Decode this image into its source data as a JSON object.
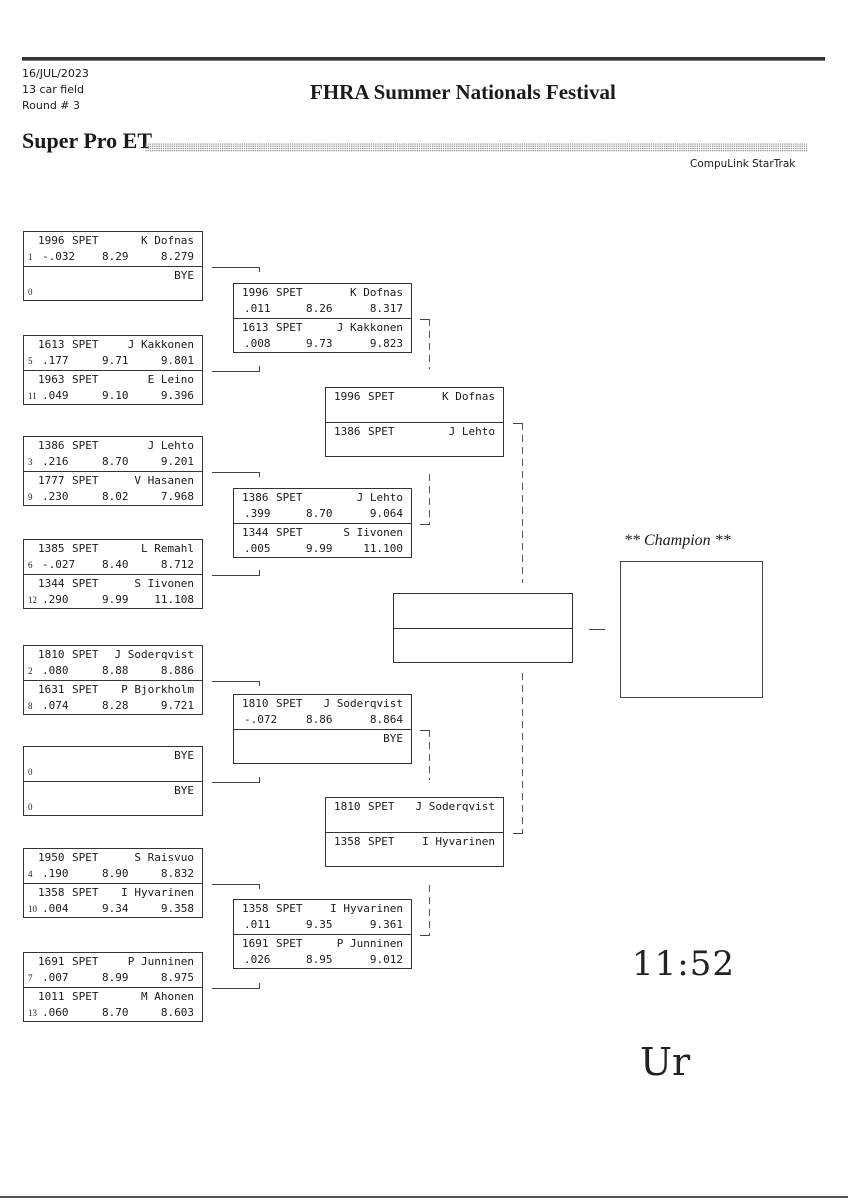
{
  "header": {
    "date": "16/JUL/2023",
    "field": "13 car field",
    "round": "Round # 3",
    "event_title": "FHRA Summer Nationals Festival",
    "class_title": "Super Pro ET",
    "software": "CompuLink StarTrak"
  },
  "round1": [
    {
      "top": {
        "car": "1996",
        "class": "SPET",
        "name": "K Dofnas",
        "seed": "1",
        "rt": "-.032",
        "dial": "8.29",
        "et": "8.279"
      },
      "bottom": {
        "car": "",
        "class": "",
        "name": "BYE",
        "seed": "0",
        "rt": "",
        "dial": "",
        "et": ""
      }
    },
    {
      "top": {
        "car": "1613",
        "class": "SPET",
        "name": "J Kakkonen",
        "seed": "5",
        "rt": ".177",
        "dial": "9.71",
        "et": "9.801"
      },
      "bottom": {
        "car": "1963",
        "class": "SPET",
        "name": "E Leino",
        "seed": "11",
        "rt": ".049",
        "dial": "9.10",
        "et": "9.396"
      }
    },
    {
      "top": {
        "car": "1386",
        "class": "SPET",
        "name": "J Lehto",
        "seed": "3",
        "rt": ".216",
        "dial": "8.70",
        "et": "9.201"
      },
      "bottom": {
        "car": "1777",
        "class": "SPET",
        "name": "V Hasanen",
        "seed": "9",
        "rt": ".230",
        "dial": "8.02",
        "et": "7.968"
      }
    },
    {
      "top": {
        "car": "1385",
        "class": "SPET",
        "name": "L Remahl",
        "seed": "6",
        "rt": "-.027",
        "dial": "8.40",
        "et": "8.712"
      },
      "bottom": {
        "car": "1344",
        "class": "SPET",
        "name": "S Iivonen",
        "seed": "12",
        "rt": ".290",
        "dial": "9.99",
        "et": "11.108"
      }
    },
    {
      "top": {
        "car": "1810",
        "class": "SPET",
        "name": "J Soderqvist",
        "seed": "2",
        "rt": ".080",
        "dial": "8.88",
        "et": "8.886"
      },
      "bottom": {
        "car": "1631",
        "class": "SPET",
        "name": "P Bjorkholm",
        "seed": "8",
        "rt": ".074",
        "dial": "8.28",
        "et": "9.721"
      }
    },
    {
      "top": {
        "car": "",
        "class": "",
        "name": "BYE",
        "seed": "0",
        "rt": "",
        "dial": "",
        "et": ""
      },
      "bottom": {
        "car": "",
        "class": "",
        "name": "BYE",
        "seed": "0",
        "rt": "",
        "dial": "",
        "et": ""
      }
    },
    {
      "top": {
        "car": "1950",
        "class": "SPET",
        "name": "S Raisvuo",
        "seed": "4",
        "rt": ".190",
        "dial": "8.90",
        "et": "8.832"
      },
      "bottom": {
        "car": "1358",
        "class": "SPET",
        "name": "I Hyvarinen",
        "seed": "10",
        "rt": ".004",
        "dial": "9.34",
        "et": "9.358"
      }
    },
    {
      "top": {
        "car": "1691",
        "class": "SPET",
        "name": "P Junninen",
        "seed": "7",
        "rt": ".007",
        "dial": "8.99",
        "et": "8.975"
      },
      "bottom": {
        "car": "1011",
        "class": "SPET",
        "name": "M Ahonen",
        "seed": "13",
        "rt": ".060",
        "dial": "8.70",
        "et": "8.603"
      }
    }
  ],
  "round2": [
    {
      "top": {
        "car": "1996",
        "class": "SPET",
        "name": "K Dofnas",
        "rt": ".011",
        "dial": "8.26",
        "et": "8.317"
      },
      "bottom": {
        "car": "1613",
        "class": "SPET",
        "name": "J Kakkonen",
        "rt": ".008",
        "dial": "9.73",
        "et": "9.823"
      }
    },
    {
      "top": {
        "car": "1386",
        "class": "SPET",
        "name": "J Lehto",
        "rt": ".399",
        "dial": "8.70",
        "et": "9.064"
      },
      "bottom": {
        "car": "1344",
        "class": "SPET",
        "name": "S Iivonen",
        "rt": ".005",
        "dial": "9.99",
        "et": "11.100"
      }
    },
    {
      "top": {
        "car": "1810",
        "class": "SPET",
        "name": "J Soderqvist",
        "rt": "-.072",
        "dial": "8.86",
        "et": "8.864"
      },
      "bottom": {
        "car": "",
        "class": "",
        "name": "BYE",
        "rt": "",
        "dial": "",
        "et": ""
      }
    },
    {
      "top": {
        "car": "1358",
        "class": "SPET",
        "name": "I Hyvarinen",
        "rt": ".011",
        "dial": "9.35",
        "et": "9.361"
      },
      "bottom": {
        "car": "1691",
        "class": "SPET",
        "name": "P Junninen",
        "rt": ".026",
        "dial": "8.95",
        "et": "9.012"
      }
    }
  ],
  "round3": [
    {
      "top": {
        "car": "1996",
        "class": "SPET",
        "name": "K Dofnas"
      },
      "bottom": {
        "car": "1386",
        "class": "SPET",
        "name": "J Lehto"
      }
    },
    {
      "top": {
        "car": "1810",
        "class": "SPET",
        "name": "J Soderqvist"
      },
      "bottom": {
        "car": "1358",
        "class": "SPET",
        "name": "I Hyvarinen"
      }
    }
  ],
  "final": {
    "top": {
      "name": ""
    },
    "bottom": {
      "name": ""
    }
  },
  "champion": {
    "label": "** Champion **",
    "name": ""
  },
  "handwriting": {
    "time": "11:52",
    "initials": "Ur"
  }
}
